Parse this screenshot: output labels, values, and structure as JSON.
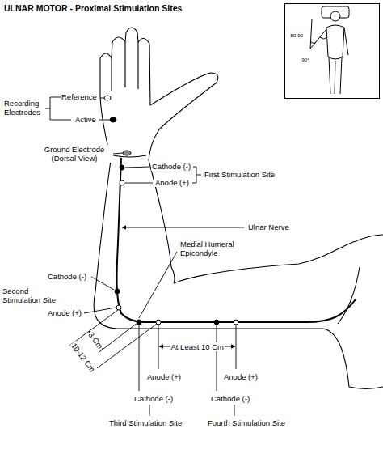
{
  "diagram": {
    "title": "ULNAR MOTOR - Proximal Stimulation Sites",
    "labels": [
      "Reference",
      "Active",
      "Recording Electrodes",
      "Ground Electrode (Dorsal View)",
      "Cathode (-)",
      "Anode (+)",
      "First Stimulation Site",
      "Ulnar Nerve",
      "Medial Humeral Epicondyle",
      "Cathode (-)",
      "Second Stimulation Site",
      "Anode (+)",
      "3 Cm",
      "10-12 Cm",
      "At Least 10 Cm",
      "Anode (+)",
      "Cathode (-)",
      "Third Stimulation Site",
      "Anode (+)",
      "Cathode (-)",
      "Fourth Stimulation Site",
      "80-90",
      "90°"
    ]
  }
}
